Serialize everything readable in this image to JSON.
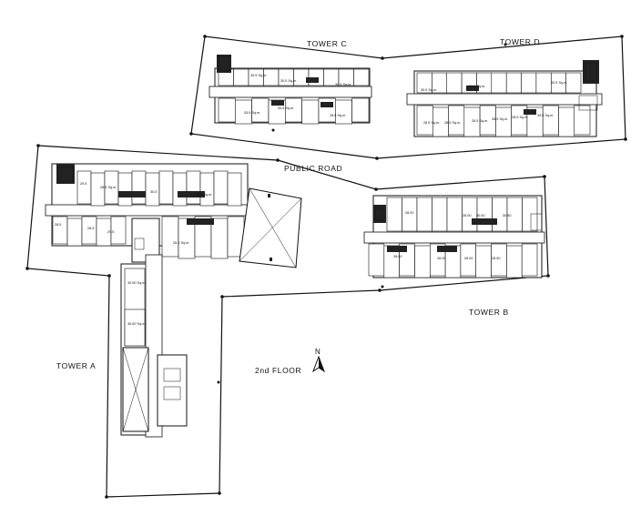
{
  "labels": {
    "tower_a": "TOWER A",
    "tower_b": "TOWER B",
    "tower_c": "TOWER C",
    "tower_d": "TOWER D",
    "public_road": "PUBLIC ROAD",
    "floor": "2nd FLOOR",
    "north": "N"
  },
  "unit_areas": {
    "tower_c": [
      "30.5 Sq.m.",
      "30.5 Sq.m.",
      "30.5 Sq.m.",
      "33.5 Sq.m.",
      "33.5 Sq.m.",
      "28.5 Sq.m."
    ],
    "tower_d": [
      "30.5 Sq.m.",
      "30.5 Sq.m.",
      "30.5 Sq.m.",
      "28.5 Sq.m.",
      "28.5 Sq.m.",
      "28.5 Sq.m.",
      "28.5 Sq.m.",
      "28.5 Sq.m.",
      "33.5 Sq.m."
    ],
    "tower_a": [
      "29.5",
      "28.5 Sq.m.",
      "30.5",
      "30.5 Sq.m.",
      "28.5",
      "28.5",
      "29.5",
      "26.0 Sq.m.",
      "30.50 Sq.m.",
      "30.50 Sq.m."
    ],
    "tower_b": [
      "28.00",
      "28.00",
      "30.00",
      "30.50",
      "28.00",
      "28.00",
      "28.00",
      "28.50"
    ]
  }
}
